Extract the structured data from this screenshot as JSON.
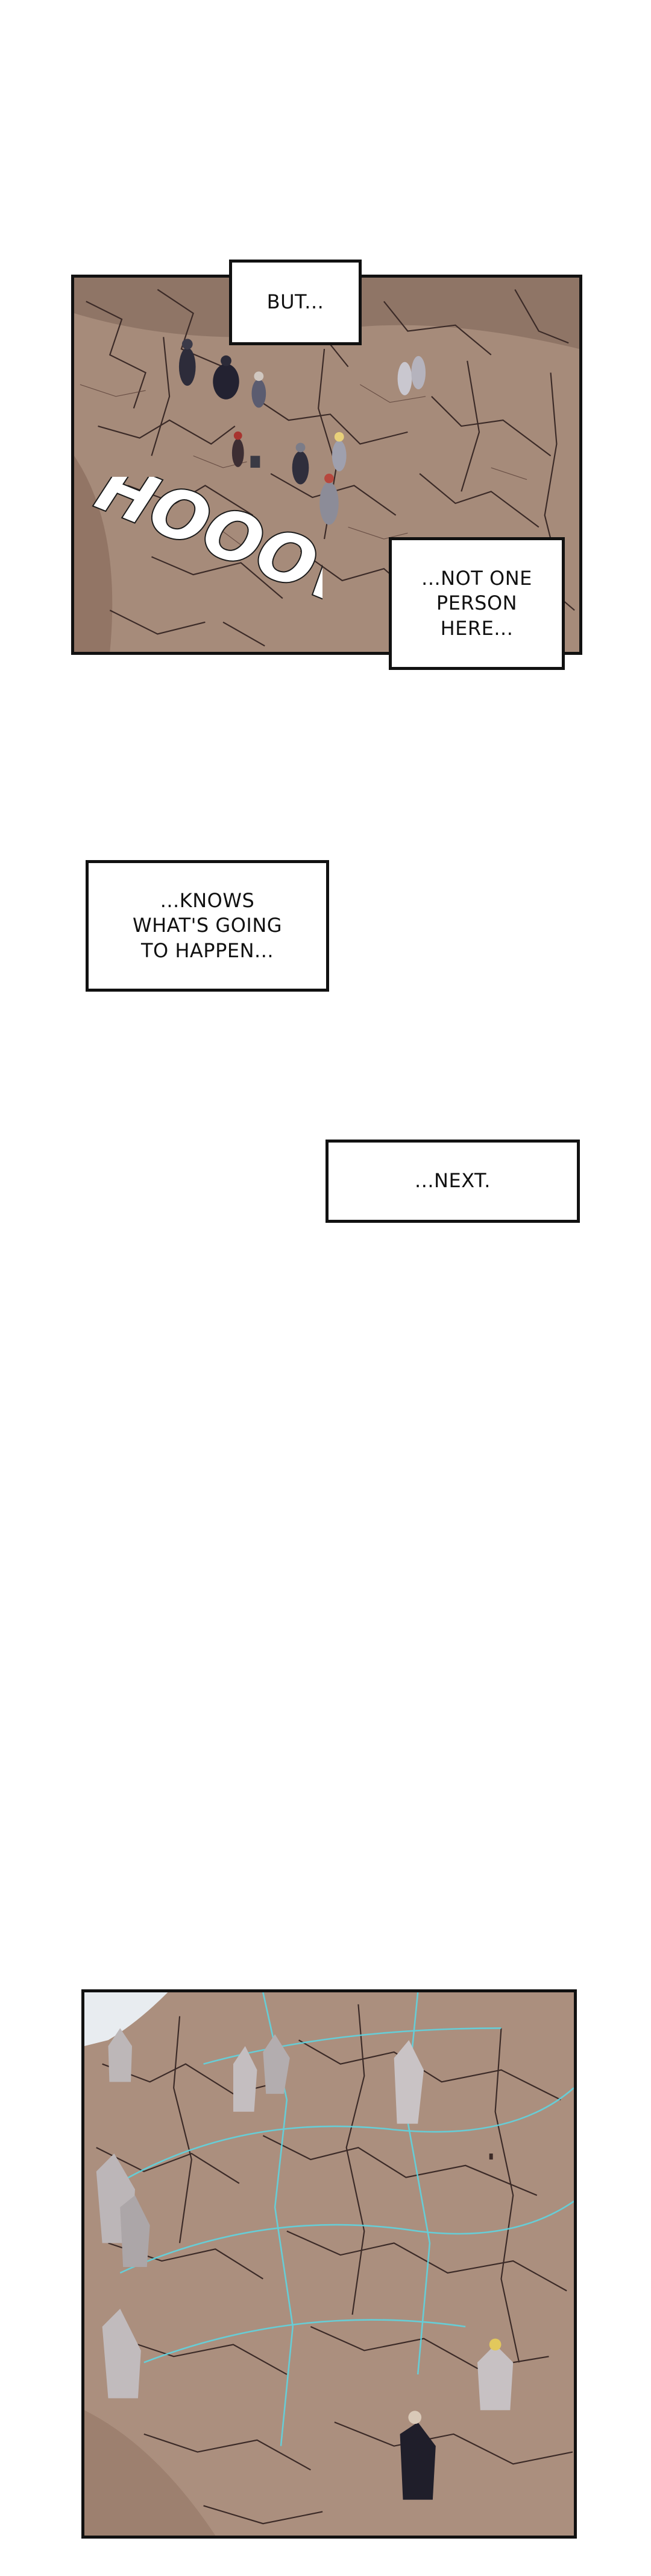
{
  "captions": {
    "but": "BUT...",
    "not_one": "...NOT ONE\nPERSON\nHERE...",
    "knows": "...KNOWS\nWHAT'S GOING\nTO HAPPEN...",
    "next": "...NEXT."
  },
  "sfx": {
    "howl": "HOOOWL"
  },
  "colors": {
    "ground": "#a98c79",
    "cracks": "#3b2a27",
    "magic_lines": "#5fd4e0",
    "border": "#111111"
  }
}
